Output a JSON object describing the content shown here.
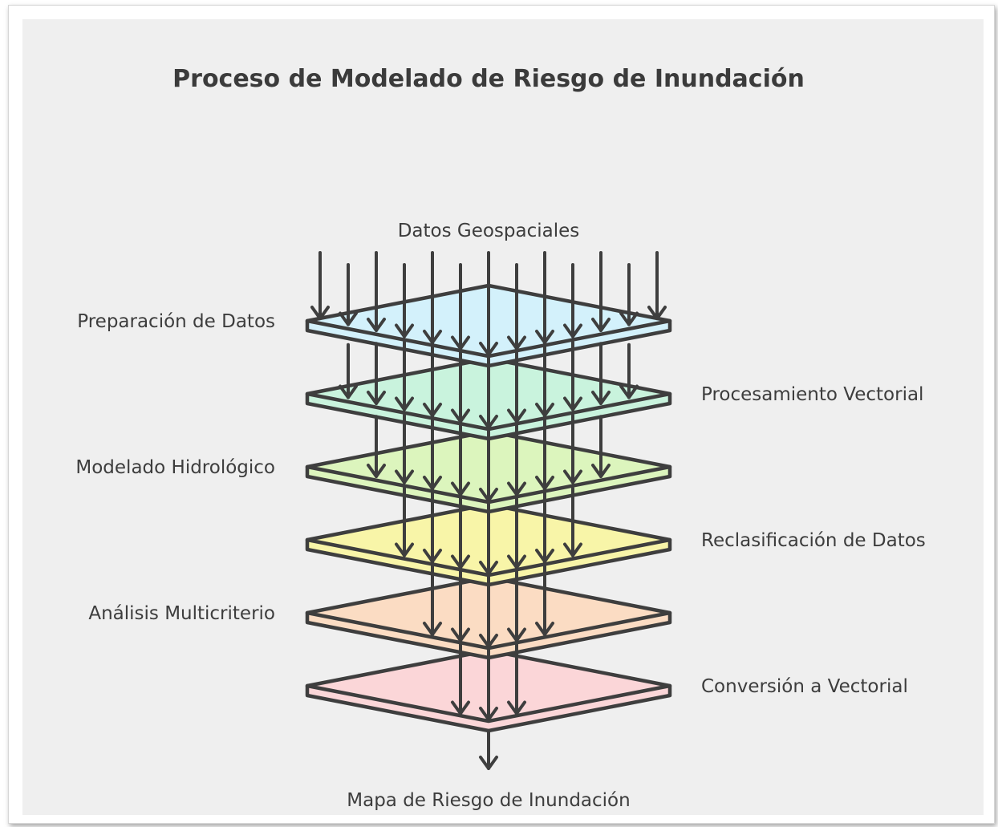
{
  "title": "Proceso de Modelado de Riesgo de Inundación",
  "input_label": "Datos Geospaciales",
  "output_label": "Mapa de Riesgo de Inundación",
  "layers": [
    {
      "label": "Preparación de Datos",
      "side": "left",
      "color": "#d3f1fb",
      "arrows": 13
    },
    {
      "label": "Procesamiento Vectorial",
      "side": "right",
      "color": "#c9f3dd",
      "arrows": 11
    },
    {
      "label": "Modelado Hidrológico",
      "side": "left",
      "color": "#dcf5bd",
      "arrows": 9
    },
    {
      "label": "Reclasificación de Datos",
      "side": "right",
      "color": "#f8f5a8",
      "arrows": 7
    },
    {
      "label": "Análisis Multicriterio",
      "side": "left",
      "color": "#fbdcc3",
      "arrows": 5
    },
    {
      "label": "Conversión a Vectorial",
      "side": "right",
      "color": "#fbd6d8",
      "arrows": 3
    }
  ],
  "colors": {
    "background": "#efefef",
    "stroke": "#3e3e3e",
    "text": "#3d3d3d"
  }
}
